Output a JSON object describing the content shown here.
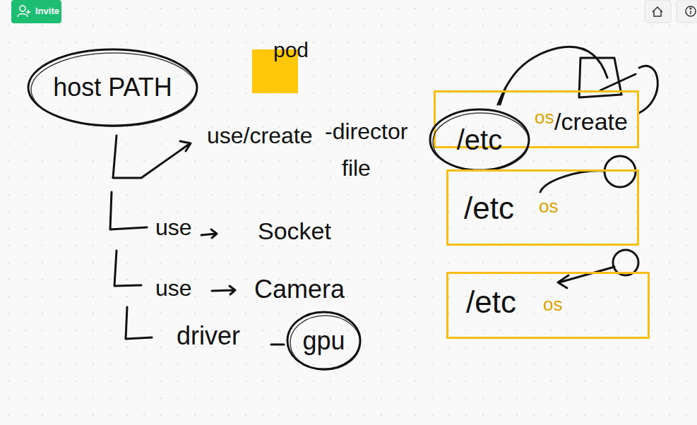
{
  "diagram": {
    "nodes": [
      {
        "text": [
          "host PATH"
        ]
      },
      {
        "text": [
          "pod"
        ]
      },
      {
        "text": [
          "os",
          "/create"
        ]
      },
      {
        "text": [
          "/etc"
        ],
        "in": 2
      },
      {
        "text": [
          "/etc",
          "os"
        ]
      },
      {
        "text": [
          "/etc",
          "os"
        ]
      },
      {
        "text": [
          "gpu"
        ]
      }
    ],
    "labels": [
      "Invite",
      "use/create",
      "-director",
      "file",
      "use",
      "Socket",
      "use",
      "Camera",
      "driver"
    ]
  }
}
